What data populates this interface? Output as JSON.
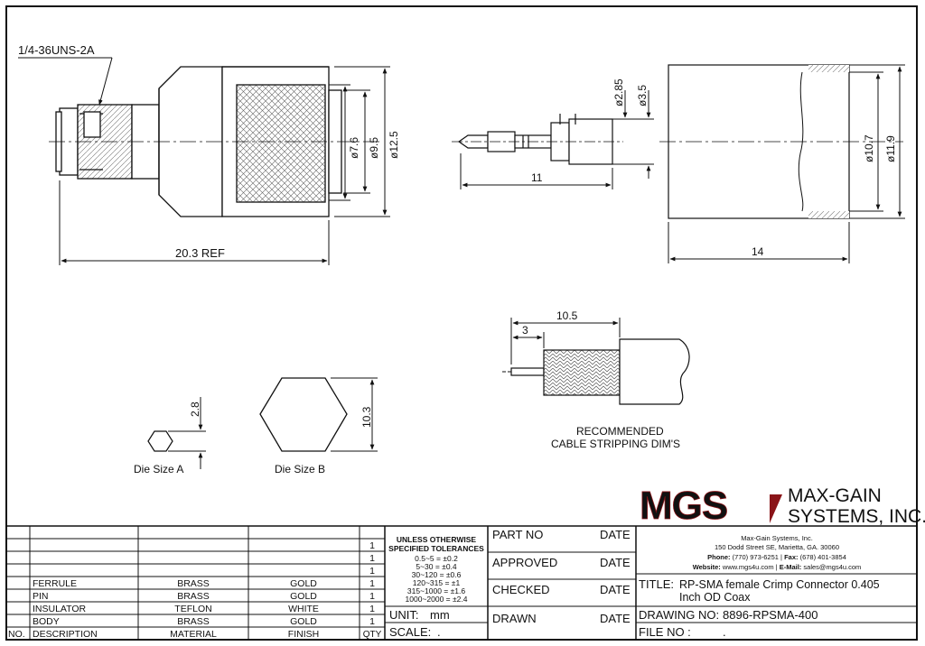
{
  "drawing": {
    "thread_callout": "1/4-36UNS-2A",
    "dims": {
      "overall_length": "20.3 REF",
      "d_7_6": "ø7.6",
      "d_9_5": "ø9.5",
      "d_12_5": "ø12.5",
      "pin_d_2_85": "ø2.85",
      "pin_d_3_5": "ø3.5",
      "pin_length": "11",
      "ferrule_d_10_7": "ø10.7",
      "ferrule_d_11_9": "ø11.9",
      "ferrule_length": "14",
      "strip_10_5": "10.5",
      "strip_3": "3",
      "die_a_size": "2.8",
      "die_b_size": "10.3"
    },
    "die_a_label": "Die Size A",
    "die_b_label": "Die Size B",
    "strip_note_line1": "RECOMMENDED",
    "strip_note_line2": "CABLE STRIPPING DIM'S"
  },
  "brand": {
    "logo_text": "MGS",
    "name_line1": "MAX-GAIN",
    "name_line2": "SYSTEMS, INC.",
    "company": "Max-Gain Systems, Inc.",
    "address": "150 Dodd Street SE, Marietta, GA. 30060",
    "phone_label": "Phone:",
    "phone": "(770) 973-6251",
    "fax_label": "Fax:",
    "fax": "(678) 401-3854",
    "website_label": "Website:",
    "website": "www.mgs4u.com",
    "email_label": "E-Mail:",
    "email": "sales@mgs4u.com",
    "logo_color": "#d7262b"
  },
  "bom": {
    "headers": {
      "no": "NO.",
      "description": "DESCRIPTION",
      "material": "MATERIAL",
      "finish": "FINISH",
      "qty": "QTY"
    },
    "rows": [
      {
        "description": "",
        "material": "",
        "finish": "",
        "qty": ""
      },
      {
        "description": "",
        "material": "",
        "finish": "",
        "qty": "1"
      },
      {
        "description": "",
        "material": "",
        "finish": "",
        "qty": "1"
      },
      {
        "description": "",
        "material": "",
        "finish": "",
        "qty": "1"
      },
      {
        "description": "FERRULE",
        "material": "BRASS",
        "finish": "GOLD",
        "qty": "1"
      },
      {
        "description": "PIN",
        "material": "BRASS",
        "finish": "GOLD",
        "qty": "1"
      },
      {
        "description": "INSULATOR",
        "material": "TEFLON",
        "finish": "WHITE",
        "qty": "1"
      },
      {
        "description": "BODY",
        "material": "BRASS",
        "finish": "GOLD",
        "qty": "1"
      }
    ]
  },
  "tolerances": {
    "heading1": "UNLESS OTHERWISE",
    "heading2": "SPECIFIED TOLERANCES",
    "lines": [
      "0.5~5 = ±0.2",
      "5~30 = ±0.4",
      "30~120 = ±0.6",
      "120~315 = ±1",
      "315~1000 = ±1.6",
      "1000~2000 = ±2.4"
    ]
  },
  "unit": {
    "label": "UNIT:",
    "value": "mm"
  },
  "scale": {
    "label": "SCALE:",
    "value": "."
  },
  "approvals": {
    "part_no": "PART NO",
    "approved": "APPROVED",
    "checked": "CHECKED",
    "drawn": "DRAWN",
    "date": "DATE"
  },
  "title_block": {
    "title_label": "TITLE:",
    "title_line1": "RP-SMA female Crimp Connector 0.405",
    "title_line2": "Inch OD Coax",
    "drawing_label": "DRAWING  NO:",
    "drawing_no": "8896-RPSMA-400",
    "file_label": "FILE  NO :",
    "file_value": "."
  }
}
